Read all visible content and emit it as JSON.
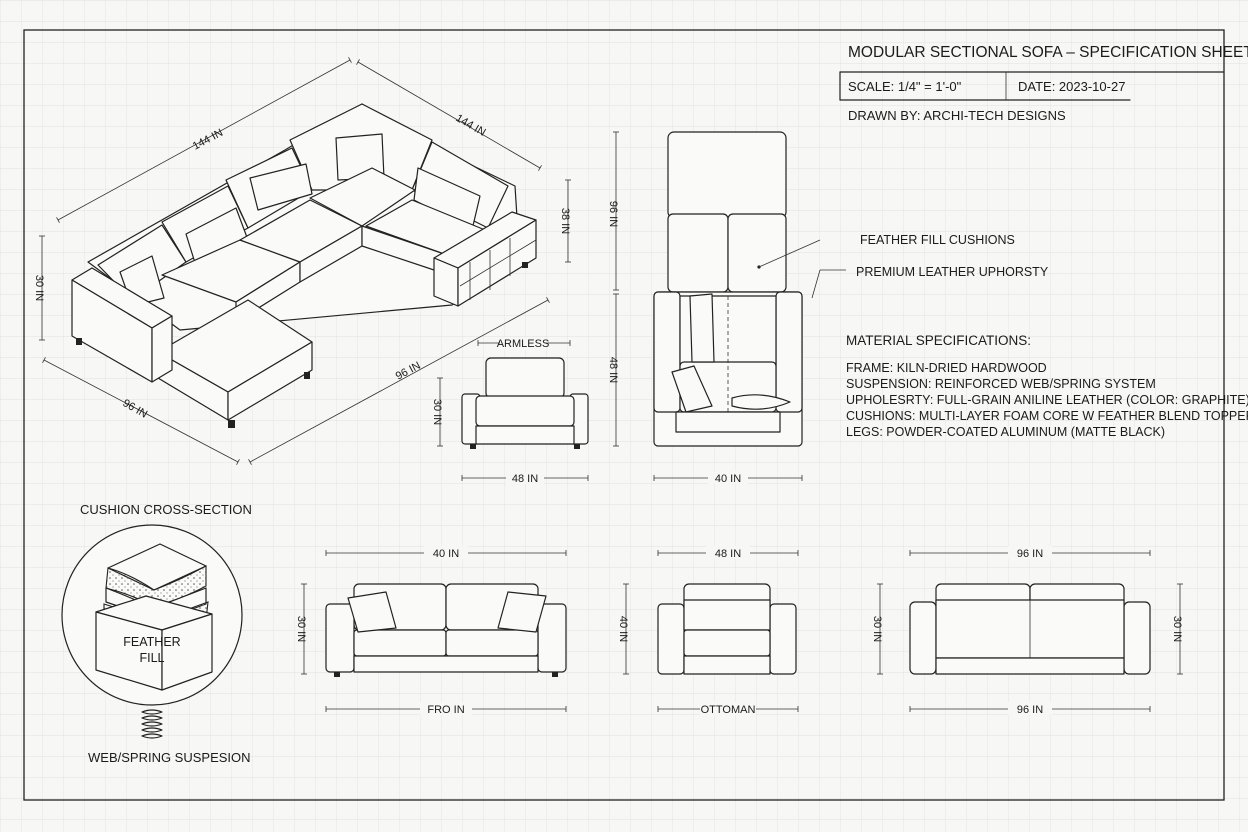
{
  "sheet": {
    "title": "MODULAR SECTIONAL SOFA – SPECIFICATION SHEET",
    "scale": "SCALE: 1/4\" = 1'-0\"",
    "date": "DATE: 2023-10-27",
    "drawn_by": "DRAWN BY: ARCHI-TECH DESIGNS"
  },
  "iso_view": {
    "dim_top_left": "144 IN",
    "dim_top_right": "144 IN",
    "dim_height_left": "30 IN",
    "dim_height_right": "38 IN",
    "dim_bottom_right": "96 IN",
    "dim_bottom_left": "96 IN"
  },
  "armless": {
    "label": "ARMLESS",
    "dim_height": "30 IN",
    "dim_width": "48 IN"
  },
  "side_view": {
    "dim_upper": "96 IN",
    "dim_lower": "48 IN",
    "dim_width": "40 IN",
    "callout_cushions": "FEATHER FILL CUSHIONS",
    "callout_upholstery": "PREMIUM LEATHER UPHORSTY"
  },
  "materials": {
    "heading": "MATERIAL SPECIFICATIONS:",
    "frame": "FRAME: KILN-DRIED HARDWOOD",
    "suspension": "SUSPENSION: REINFORCED WEB/SPRING SYSTEM",
    "upholstery": "UPHOLESRTY: FULL-GRAIN ANILINE LEATHER (COLOR: GRAPHITE)",
    "cushions": "CUSHIONS: MULTI-LAYER FOAM CORE W FEATHER BLEND TOPPER",
    "legs": "LEGS: POWDER-COATED ALUMINUM (MATTE BLACK)"
  },
  "cross_section": {
    "heading": "CUSHION CROSS-SECTION",
    "fill_line1": "FEATHER",
    "fill_line2": "FILL",
    "suspension": "WEB/SPRING SUSPESION"
  },
  "elevations": {
    "sofa": {
      "dim_top": "40 IN",
      "dim_height": "30 IN",
      "dim_bottom": "FRO IN"
    },
    "chair": {
      "dim_top": "48 IN",
      "dim_height": "40 IN",
      "dim_bottom": "OTTOMAN"
    },
    "loveseat": {
      "dim_top": "96 IN",
      "dim_height_left": "30 IN",
      "dim_height_right": "30 IN",
      "dim_bottom": "96 IN"
    }
  },
  "colors": {
    "background": "#f7f7f5",
    "grid": "#d9d9d6",
    "ink": "#1b1b1b"
  }
}
